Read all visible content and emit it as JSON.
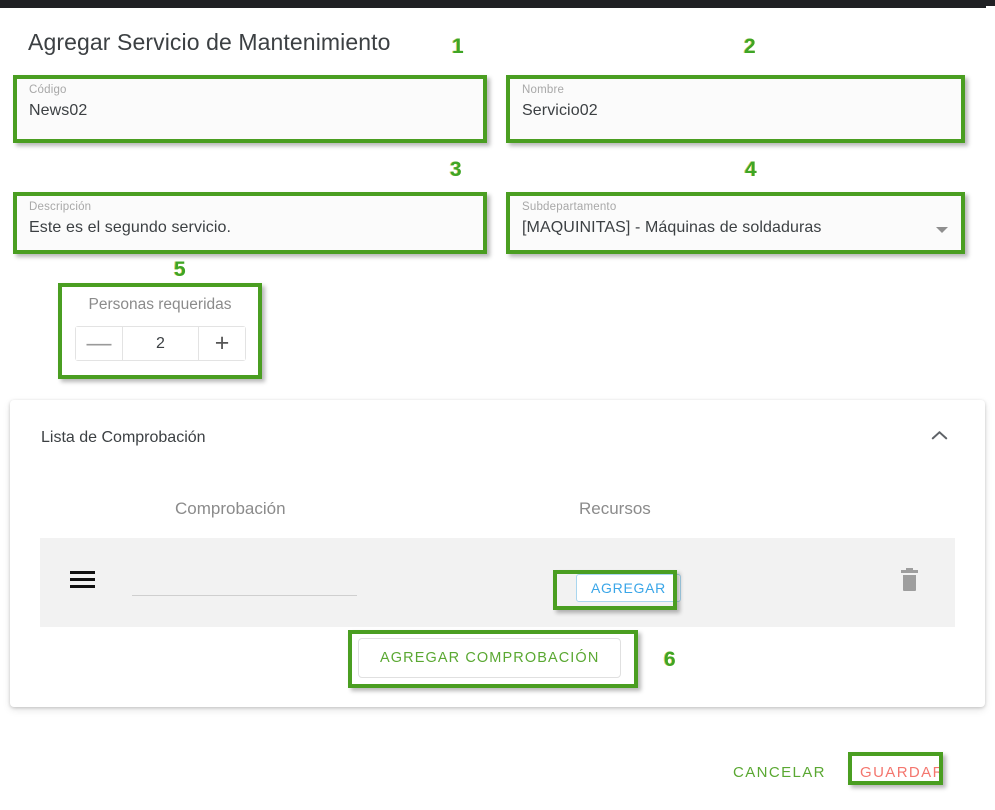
{
  "page": {
    "title": "Agregar Servicio de Mantenimiento"
  },
  "annotations": [
    {
      "number": "1"
    },
    {
      "number": "2"
    },
    {
      "number": "3"
    },
    {
      "number": "4"
    },
    {
      "number": "5"
    },
    {
      "number": "6"
    }
  ],
  "form": {
    "codigo": {
      "label": "Código",
      "value": "News02"
    },
    "nombre": {
      "label": "Nombre",
      "value": "Servicio02"
    },
    "descripcion": {
      "label": "Descripción",
      "value": "Este es el segundo servicio."
    },
    "subdepartamento": {
      "label": "Subdepartamento",
      "value": "[MAQUINITAS] - Máquinas de soldaduras",
      "caret_icon": "chevron-down-icon"
    },
    "personas": {
      "label": "Personas requeridas",
      "value": "2",
      "decrement_label": "—",
      "increment_label": "+"
    }
  },
  "checklist": {
    "title": "Lista de Comprobación",
    "collapse_icon": "chevron-up-icon",
    "columns": {
      "comprobacion": "Comprobación",
      "recursos": "Recursos"
    },
    "rows": [
      {
        "drag_icon": "drag-handle-icon",
        "input_value": "",
        "input_placeholder": "",
        "resource_button": "AGREGAR",
        "delete_icon": "trash-icon"
      }
    ],
    "add_row_label": "AGREGAR COMPROBACIÓN"
  },
  "footer": {
    "cancel_label": "CANCELAR",
    "save_label": "GUARDAR"
  },
  "colors": {
    "highlight": "#4a9e21",
    "annotation": "#3ea526",
    "accent_blue": "#3aa6e8",
    "accent_green": "#5aa832",
    "accent_red": "#f4766e",
    "row_background": "#f2f2f2",
    "topbar": "#202124"
  }
}
